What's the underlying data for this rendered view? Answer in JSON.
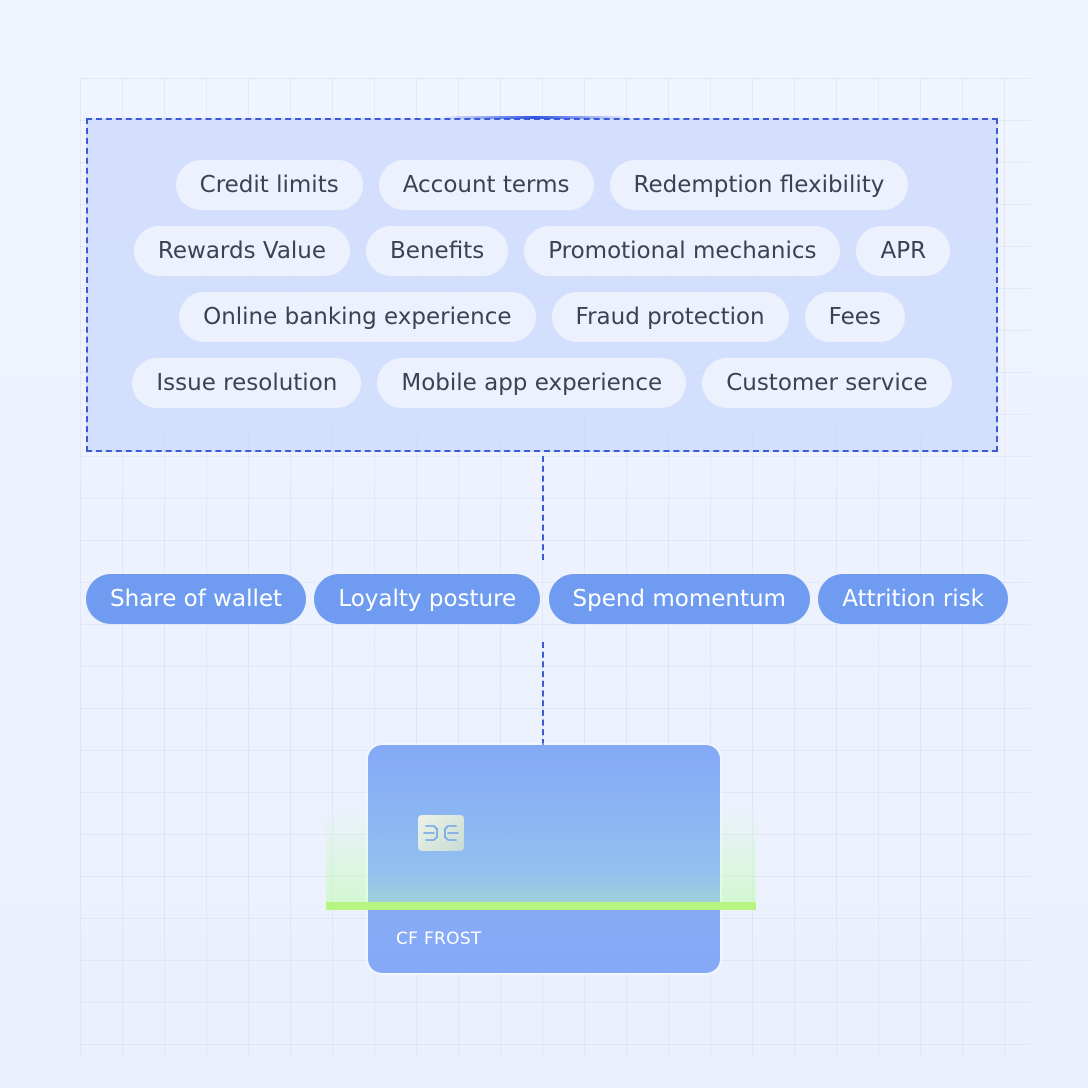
{
  "factors": {
    "rows": [
      [
        "Credit limits",
        "Account terms",
        "Redemption flexibility"
      ],
      [
        "Rewards Value",
        "Benefits",
        "Promotional mechanics",
        "APR"
      ],
      [
        "Online banking experience",
        "Fraud protection",
        "Fees"
      ],
      [
        "Issue resolution",
        "Mobile app experience",
        "Customer service"
      ]
    ]
  },
  "metrics": [
    "Share of wallet",
    "Loyalty posture",
    "Spend momentum",
    "Attrition risk"
  ],
  "card": {
    "label": "CF FROST",
    "chip_icon": "sim-chip-icon"
  },
  "colors": {
    "accent_dashed": "#3c5ad8",
    "metric_pill": "#6f9bf1",
    "scan_line": "#b5f580"
  }
}
